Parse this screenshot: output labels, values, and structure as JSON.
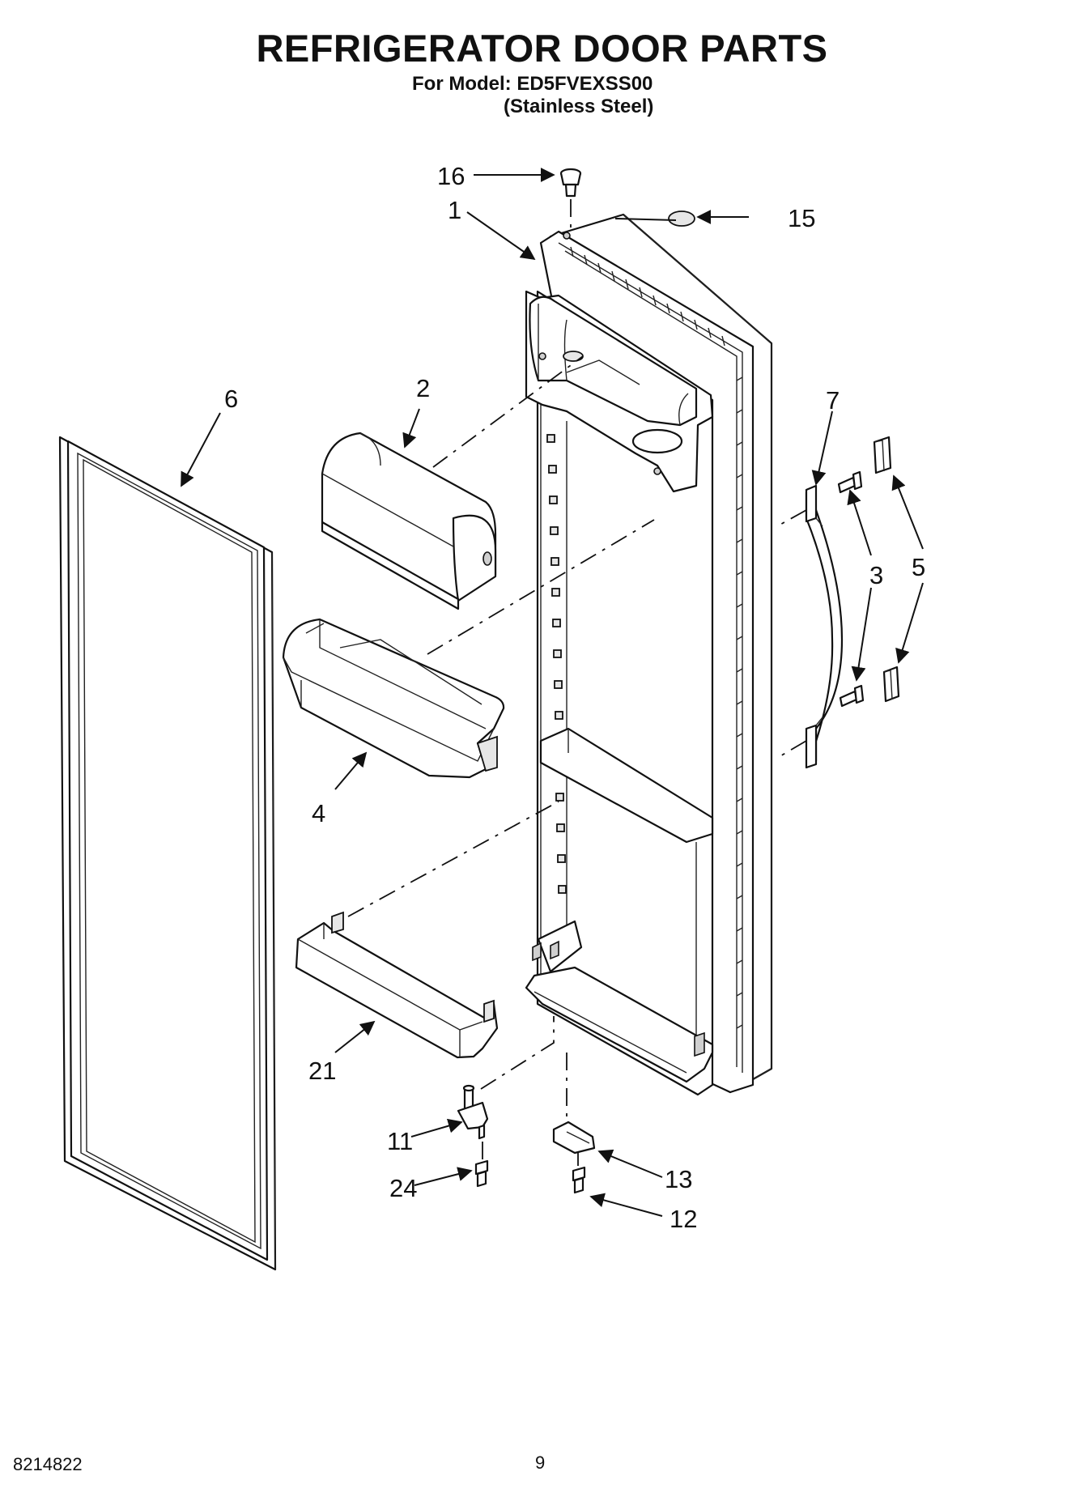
{
  "header": {
    "title": "REFRIGERATOR DOOR PARTS",
    "model_line": "For Model: ED5FVEXSS00",
    "finish_line": "(Stainless Steel)"
  },
  "callouts": {
    "c1": "1",
    "c2": "2",
    "c3": "3",
    "c4": "4",
    "c5": "5",
    "c6": "6",
    "c7": "7",
    "c11": "11",
    "c12": "12",
    "c13": "13",
    "c15": "15",
    "c16": "16",
    "c21": "21",
    "c24": "24"
  },
  "footer": {
    "doc_number": "8214822",
    "page_number": "9"
  }
}
